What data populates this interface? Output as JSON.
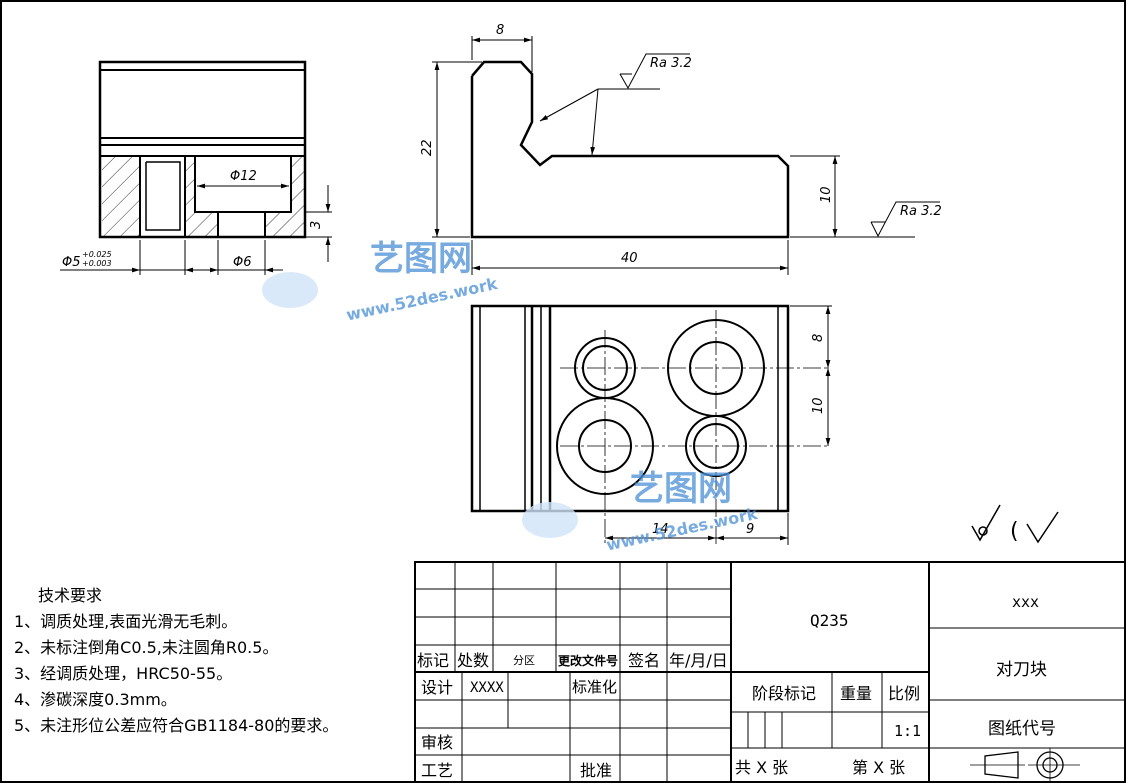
{
  "dimensions": {
    "width_8": "8",
    "height_22": "22",
    "height_10": "10",
    "length_40": "40",
    "dia_12": "Φ12",
    "dia_5": "Φ5",
    "dia_5_tol_upper": "+0.025",
    "dia_5_tol_lower": "+0.003",
    "dia_6": "Φ6",
    "depth_3": "3",
    "top_8": "8",
    "top_10": "10",
    "top_14": "14",
    "top_9": "9"
  },
  "roughness": {
    "upper": "Ra 3.2",
    "lower": "Ra 3.2"
  },
  "general_roughness": {
    "paren_open": "(",
    "paren_close": ")"
  },
  "watermark": {
    "brand": "艺图网",
    "url": "www.52des.work"
  },
  "requirements": {
    "title": "技术要求",
    "items": [
      "1、调质处理,表面光滑无毛刺。",
      "2、未标注倒角C0.5,未注圆角R0.5。",
      "3、经调质处理，HRC50-55。",
      "4、渗碳深度0.3mm。",
      "5、未注形位公差应符合GB1184-80的要求。"
    ]
  },
  "title_block": {
    "mark": "标记",
    "count": "处数",
    "zone": "分区",
    "change_doc": "更改文件号",
    "sign": "签名",
    "date": "年/月/日",
    "design": "设计",
    "designer": "XXXX",
    "standardize": "标准化",
    "review": "审核",
    "process": "工艺",
    "approve": "批准",
    "material": "Q235",
    "stage_mark": "阶段标记",
    "weight": "重量",
    "scale_label": "比例",
    "scale_value": "1:1",
    "sheets_total": "共 X 张",
    "sheet_no": "第 X 张",
    "company": "xxx",
    "part_name": "对刀块",
    "drawing_no": "图纸代号"
  }
}
